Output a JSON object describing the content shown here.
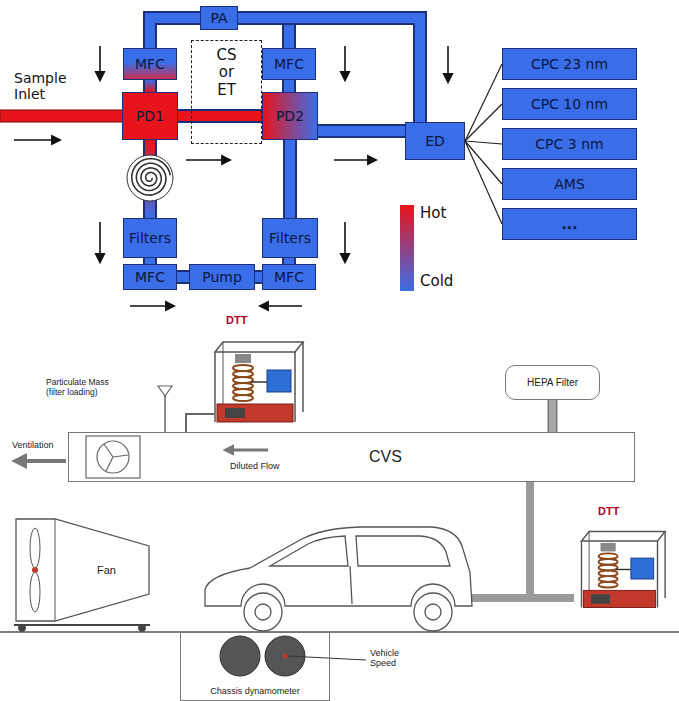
{
  "diagram": {
    "nodes": [
      {
        "text": [
          "PA"
        ]
      },
      {
        "text": [
          "MFC"
        ]
      },
      {
        "text": [
          "CS or ET"
        ]
      },
      {
        "text": [
          "MFC"
        ]
      },
      {
        "text": [
          "PD1"
        ]
      },
      {
        "text": [
          "PD2"
        ]
      },
      {
        "text": [
          "ED"
        ]
      },
      {
        "text": [
          "CPC 23 nm"
        ]
      },
      {
        "text": [
          "CPC 10 nm"
        ]
      },
      {
        "text": [
          "CPC 3 nm"
        ]
      },
      {
        "text": [
          "AMS"
        ]
      },
      {
        "text": [
          "..."
        ]
      },
      {
        "text": [
          "Filters"
        ]
      },
      {
        "text": [
          "Filters"
        ]
      },
      {
        "text": [
          "MFC"
        ]
      },
      {
        "text": [
          "Pump"
        ]
      },
      {
        "text": [
          "MFC"
        ]
      },
      {
        "text": [
          "HEPA Filter"
        ]
      },
      {
        "text": [
          "CVS"
        ]
      },
      {
        "text": [
          "Fan"
        ]
      },
      {
        "text": [
          "Chassis dynamometer"
        ]
      }
    ],
    "edges": [
      {
        "from": 0,
        "to": 1,
        "arrow": "none"
      },
      {
        "from": 0,
        "to": 3,
        "arrow": "none"
      },
      {
        "from": 0,
        "to": 6,
        "arrow": "none"
      },
      {
        "from": 1,
        "to": 4,
        "arrow": "none"
      },
      {
        "from": 3,
        "to": 5,
        "arrow": "none"
      },
      {
        "from": 4,
        "to": 5,
        "arrow": "none"
      },
      {
        "from": 5,
        "to": 6,
        "arrow": "none"
      },
      {
        "from": 6,
        "to": 7,
        "arrow": "none"
      },
      {
        "from": 6,
        "to": 8,
        "arrow": "none"
      },
      {
        "from": 6,
        "to": 9,
        "arrow": "none"
      },
      {
        "from": 6,
        "to": 10,
        "arrow": "none"
      },
      {
        "from": 6,
        "to": 11,
        "arrow": "none"
      },
      {
        "from": 4,
        "to": 12,
        "arrow": "none"
      },
      {
        "from": 12,
        "to": 14,
        "arrow": "none"
      },
      {
        "from": 14,
        "to": 15,
        "arrow": "none"
      },
      {
        "from": 15,
        "to": 16,
        "arrow": "none"
      },
      {
        "from": 13,
        "to": 16,
        "arrow": "none"
      },
      {
        "from": 5,
        "to": 13,
        "arrow": "none"
      },
      {
        "from": 17,
        "to": 18,
        "arrow": "none"
      }
    ],
    "labels": [
      "Sample Inlet",
      "DTT",
      "Particulate Mass (filter loading)",
      "DTT",
      "Ventilation",
      "Diluted Flow",
      "Vehicle Speed"
    ],
    "legend": [
      {
        "text": "Hot",
        "color": "#e8141c"
      },
      {
        "text": "Cold",
        "color": "#3a6ee8"
      }
    ]
  }
}
